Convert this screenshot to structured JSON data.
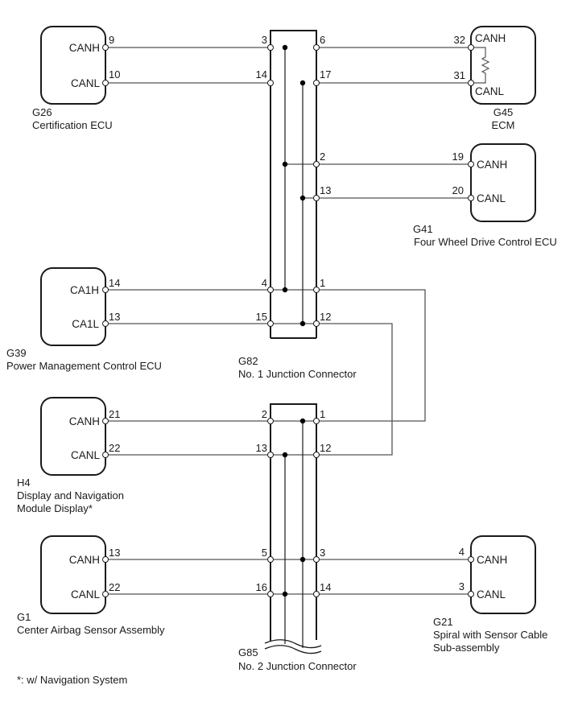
{
  "ecus": {
    "g26": {
      "code": "G26",
      "name": "Certification ECU",
      "pins": [
        {
          "signal": "CANH",
          "pin": "9"
        },
        {
          "signal": "CANL",
          "pin": "10"
        }
      ]
    },
    "g45": {
      "code": "G45",
      "name": "ECM",
      "pins": [
        {
          "signal": "CANH",
          "pin": "32"
        },
        {
          "signal": "CANL",
          "pin": "31"
        }
      ]
    },
    "g41": {
      "code": "G41",
      "name": "Four Wheel Drive Control ECU",
      "pins": [
        {
          "signal": "CANH",
          "pin": "19"
        },
        {
          "signal": "CANL",
          "pin": "20"
        }
      ]
    },
    "g39": {
      "code": "G39",
      "name": "Power Management Control ECU",
      "pins": [
        {
          "signal": "CA1H",
          "pin": "14"
        },
        {
          "signal": "CA1L",
          "pin": "13"
        }
      ]
    },
    "h4": {
      "code": "H4",
      "name_line1": "Display and Navigation",
      "name_line2": "Module Display*",
      "pins": [
        {
          "signal": "CANH",
          "pin": "21"
        },
        {
          "signal": "CANL",
          "pin": "22"
        }
      ]
    },
    "g1": {
      "code": "G1",
      "name": "Center Airbag Sensor Assembly",
      "pins": [
        {
          "signal": "CANH",
          "pin": "13"
        },
        {
          "signal": "CANL",
          "pin": "22"
        }
      ]
    },
    "g21": {
      "code": "G21",
      "name_line1": "Spiral with Sensor Cable",
      "name_line2": "Sub-assembly",
      "pins": [
        {
          "signal": "CANH",
          "pin": "4"
        },
        {
          "signal": "CANL",
          "pin": "3"
        }
      ]
    }
  },
  "junctions": {
    "g82": {
      "code": "G82",
      "name": "No. 1 Junction Connector",
      "left_pins": [
        "3",
        "14",
        "4",
        "15"
      ],
      "right_pins": [
        "6",
        "17",
        "2",
        "13",
        "1",
        "12"
      ]
    },
    "g85": {
      "code": "G85",
      "name": "No. 2 Junction Connector",
      "left_pins": [
        "2",
        "13",
        "5",
        "16"
      ],
      "right_pins": [
        "1",
        "12",
        "3",
        "14"
      ]
    }
  },
  "footnote": "*: w/ Navigation System"
}
